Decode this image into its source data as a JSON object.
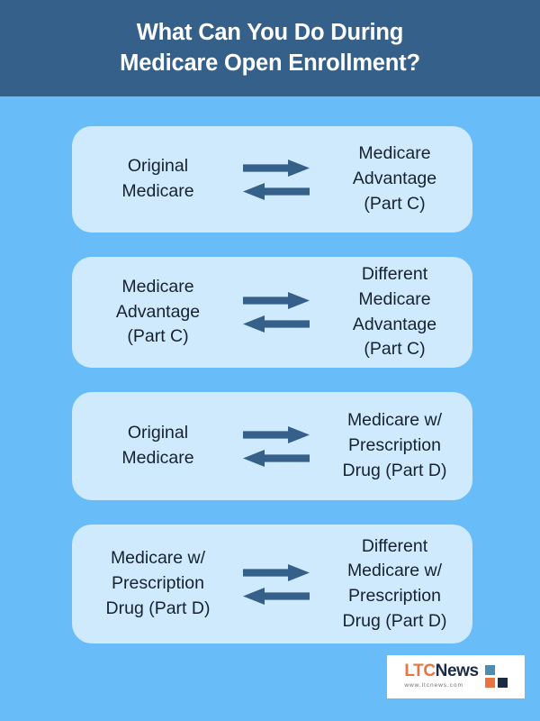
{
  "colors": {
    "header_bg": "#35608a",
    "page_bg": "#68bdf8",
    "card_bg": "#cfeafc",
    "card_text": "#16222f",
    "arrow": "#35608a",
    "logo_orange": "#e8743f",
    "logo_navy": "#1b2b45",
    "logo_steel_blue": "#4e8cb0"
  },
  "header": {
    "title": "What Can You Do During\nMedicare Open Enrollment?"
  },
  "cards": [
    {
      "left": "Original\nMedicare",
      "right": "Medicare\nAdvantage\n(Part C)",
      "arrow_right_icon": "arrow-right-icon",
      "arrow_left_icon": "arrow-left-icon"
    },
    {
      "left": "Medicare\nAdvantage\n(Part C)",
      "right": "Different\nMedicare\nAdvantage\n(Part C)",
      "arrow_right_icon": "arrow-right-icon",
      "arrow_left_icon": "arrow-left-icon"
    },
    {
      "left": "Original\nMedicare",
      "right": "Medicare w/\nPrescription\nDrug (Part D)",
      "arrow_right_icon": "arrow-right-icon",
      "arrow_left_icon": "arrow-left-icon"
    },
    {
      "left": "Medicare w/\nPrescription\nDrug (Part D)",
      "right": "Different\nMedicare w/\nPrescription\nDrug (Part D)",
      "arrow_right_icon": "arrow-right-icon",
      "arrow_left_icon": "arrow-left-icon"
    }
  ],
  "logo": {
    "brand_primary": "LTC",
    "brand_secondary": "News",
    "url": "www.ltcnews.com",
    "mark_icon": "squares-mark-icon"
  }
}
